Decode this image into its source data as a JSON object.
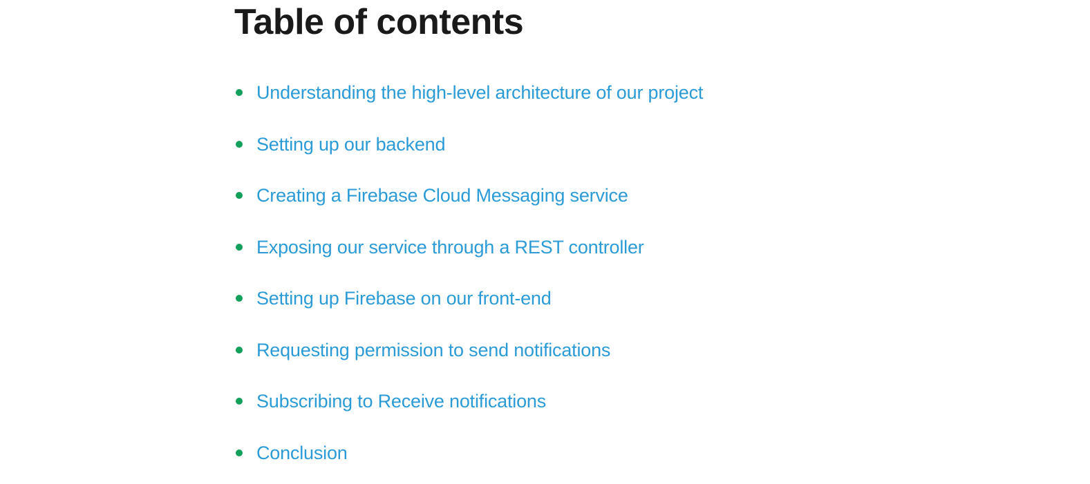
{
  "toc": {
    "title": "Table of contents",
    "items": [
      {
        "label": "Understanding the high-level architecture of our project"
      },
      {
        "label": "Setting up our backend"
      },
      {
        "label": "Creating a Firebase Cloud Messaging service"
      },
      {
        "label": "Exposing our service through a REST controller"
      },
      {
        "label": "Setting up Firebase on our front-end"
      },
      {
        "label": "Requesting permission to send notifications"
      },
      {
        "label": "Subscribing to Receive notifications"
      },
      {
        "label": "Conclusion"
      }
    ],
    "colors": {
      "heading": "#1a1a1a",
      "link": "#2b9bd7",
      "bullet": "#13a05b",
      "background": "#ffffff"
    }
  }
}
